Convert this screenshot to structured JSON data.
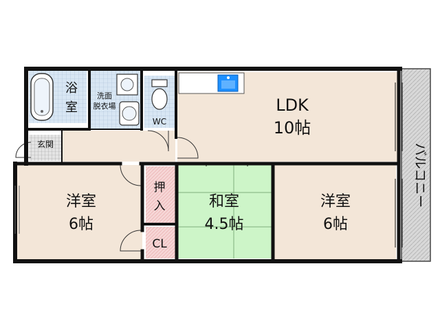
{
  "rooms": {
    "bath": {
      "line1": "浴",
      "line2": "室"
    },
    "washroom": {
      "line1": "洗面",
      "line2": "脱衣場"
    },
    "wc": {
      "label": "WC"
    },
    "entrance": {
      "label": "玄関"
    },
    "ldk": {
      "name": "LDK",
      "size": "10帖"
    },
    "western_left": {
      "name": "洋室",
      "size": "6帖"
    },
    "closet_oshiire": {
      "line1": "押",
      "line2": "入"
    },
    "closet_cl": {
      "label": "CL"
    },
    "japanese": {
      "name": "和室",
      "size": "4.5帖"
    },
    "western_right": {
      "name": "洋室",
      "size": "6帖"
    },
    "balcony": {
      "label": "バルコニー"
    }
  },
  "colors": {
    "floor": "#f3e6d8",
    "tatami": "#cdf5c8",
    "closet": "#f6d6d6",
    "wet_area": "#d8e6f3",
    "wall": "#111111",
    "balcony": "#d2d2d2",
    "sink": "#1e90ff"
  }
}
